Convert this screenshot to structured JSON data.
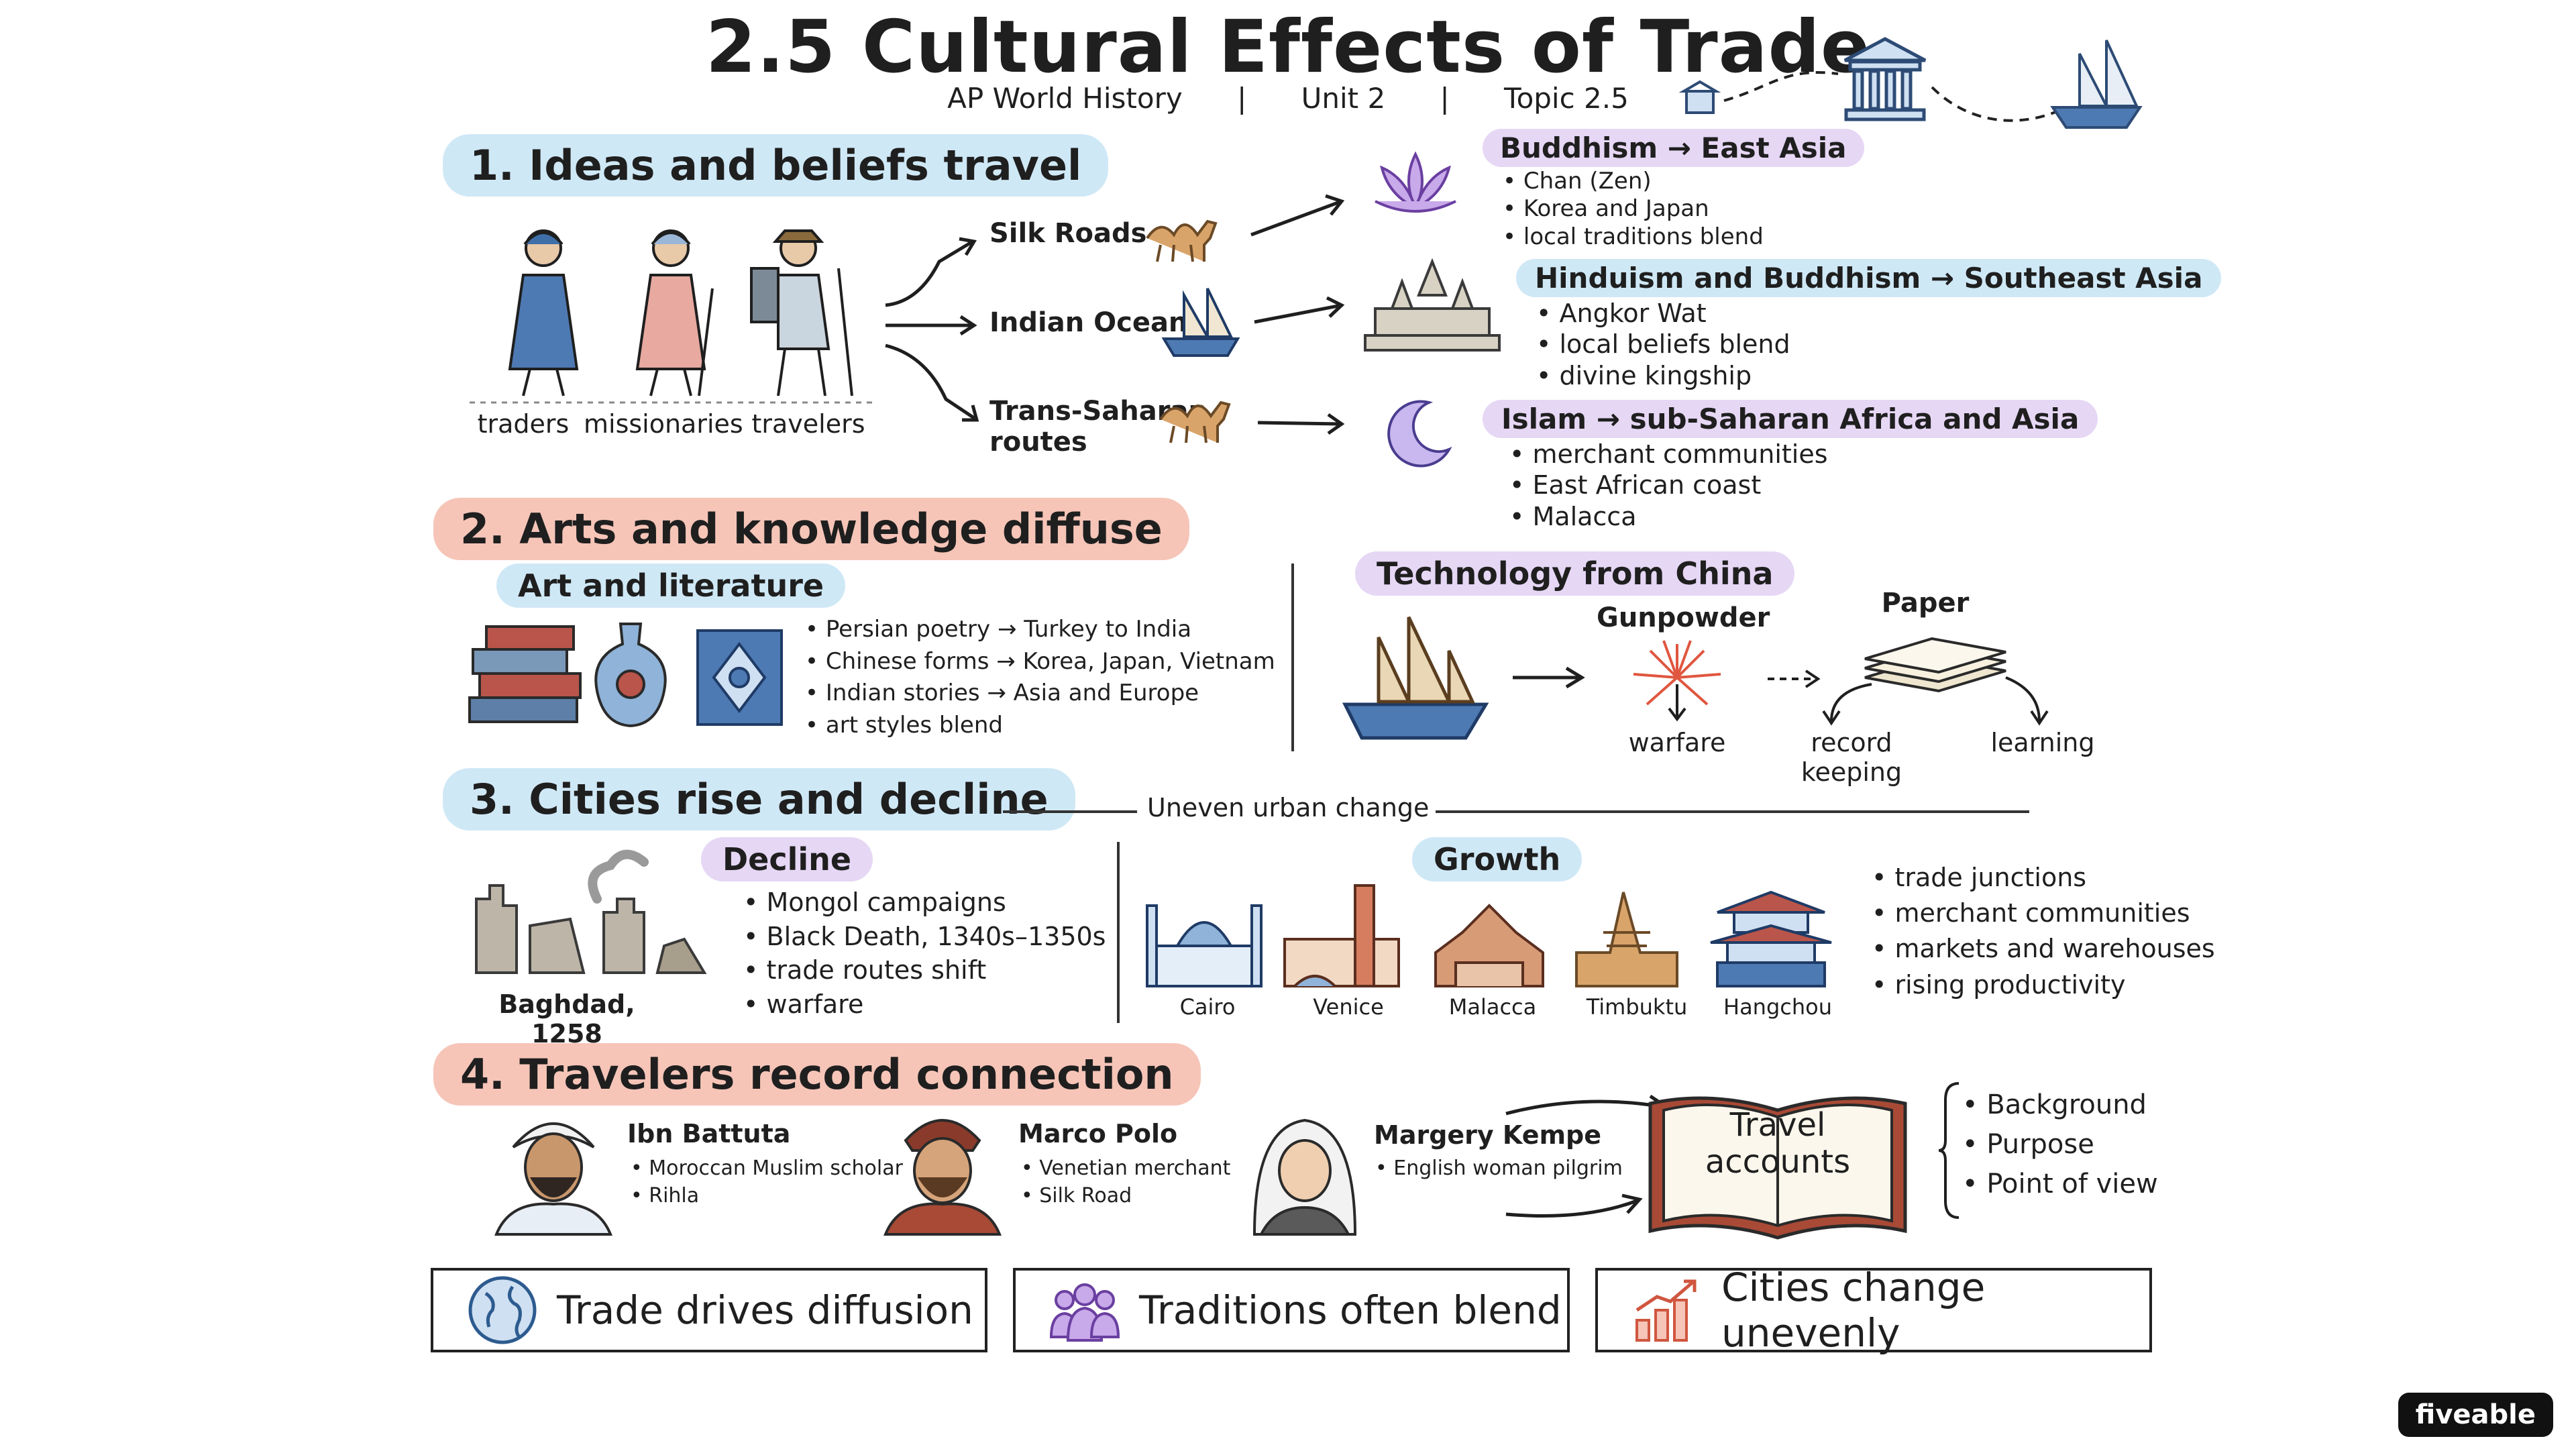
{
  "header": {
    "title": "2.5 Cultural Effects of Trade",
    "course": "AP World History",
    "unit": "Unit 2",
    "topic": "Topic 2.5",
    "separator": "|"
  },
  "section1": {
    "heading": "1. Ideas and beliefs travel",
    "people": [
      "traders",
      "missionaries",
      "travelers"
    ],
    "routes": [
      "Silk Roads",
      "Indian Ocean",
      "Trans-Saharan\nroutes"
    ],
    "religions": [
      {
        "title": "Buddhism → East Asia",
        "points": [
          "Chan (Zen)",
          "Korea and Japan",
          "local traditions blend"
        ]
      },
      {
        "title": "Hinduism and Buddhism → Southeast Asia",
        "points": [
          "Angkor Wat",
          "local beliefs blend",
          "divine kingship"
        ]
      },
      {
        "title": "Islam → sub-Saharan Africa and Asia",
        "points": [
          "merchant communities",
          "East African coast",
          "Malacca"
        ]
      }
    ]
  },
  "section2": {
    "heading": "2. Arts and knowledge diffuse",
    "art_heading": "Art and literature",
    "art_points": [
      "Persian poetry → Turkey to India",
      "Chinese forms → Korea, Japan, Vietnam",
      "Indian stories → Asia and Europe",
      "art styles blend"
    ],
    "tech_heading": "Technology from China",
    "gunpowder": "Gunpowder",
    "paper": "Paper",
    "warfare": "warfare",
    "record_keeping": "record keeping",
    "learning": "learning"
  },
  "section3": {
    "heading": "3. Cities rise and decline",
    "divider_label": "Uneven urban change",
    "decline_heading": "Decline",
    "baghdad_label": "Baghdad, 1258",
    "decline_points": [
      "Mongol campaigns",
      "Black Death, 1340s–1350s",
      "trade routes shift",
      "warfare"
    ],
    "growth_heading": "Growth",
    "cities": [
      "Cairo",
      "Venice",
      "Malacca",
      "Timbuktu",
      "Hangchou"
    ],
    "growth_points": [
      "trade junctions",
      "merchant communities",
      "markets and warehouses",
      "rising productivity"
    ]
  },
  "section4": {
    "heading": "4. Travelers record connection",
    "travelers": [
      {
        "name": "Ibn Battuta",
        "points": [
          "Moroccan Muslim scholar",
          "Rihla"
        ]
      },
      {
        "name": "Marco Polo",
        "points": [
          "Venetian merchant",
          "Silk Road"
        ]
      },
      {
        "name": "Margery Kempe",
        "points": [
          "English woman pilgrim"
        ]
      }
    ],
    "book_label": "Travel\naccounts",
    "analysis_points": [
      "Background",
      "Purpose",
      "Point of view"
    ]
  },
  "summary": [
    "Trade drives diffusion",
    "Traditions often blend",
    "Cities change unevenly"
  ],
  "brand": "fiveable",
  "icons": [
    "temple-icon",
    "ship-icon",
    "camel-icon",
    "lotus-icon",
    "crescent-icon",
    "book-icon",
    "globe-icon",
    "people-icon",
    "growth-chart-icon"
  ],
  "colors": {
    "blue_highlight": "#cfe8f6",
    "red_highlight": "#f6c5b8",
    "purple_highlight": "#e6d7f5"
  }
}
